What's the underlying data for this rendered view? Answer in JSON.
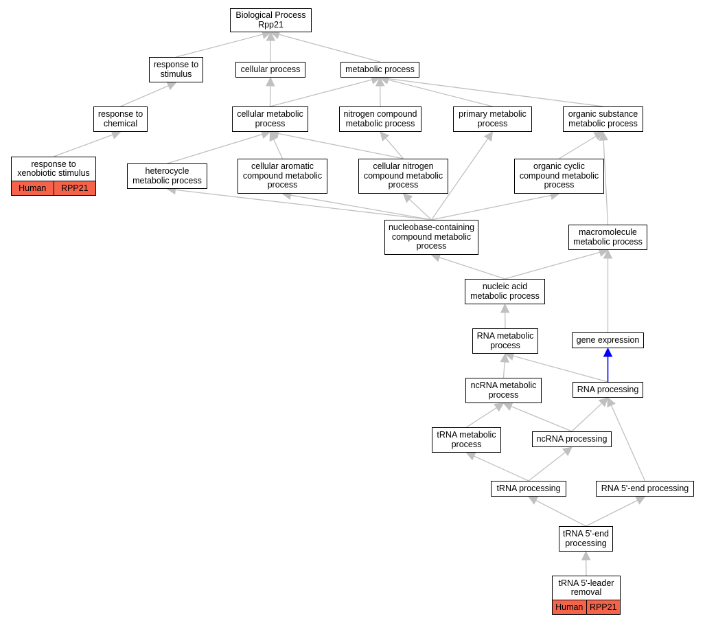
{
  "graph": {
    "colors": {
      "edge": "#c0c0c0",
      "highlight_edge": "#0000ff",
      "annotation_fill": "#f5634a"
    },
    "nodes": {
      "bp": {
        "label": "Biological Process\nRpp21"
      },
      "resp": {
        "label": "response to\nstimulus"
      },
      "cell": {
        "label": "cellular process"
      },
      "meta": {
        "label": "metabolic process"
      },
      "chem": {
        "label": "response to\nchemical"
      },
      "cellmeta": {
        "label": "cellular metabolic\nprocess"
      },
      "nitro": {
        "label": "nitrogen compound\nmetabolic process"
      },
      "prim": {
        "label": "primary metabolic\nprocess"
      },
      "org": {
        "label": "organic substance\nmetabolic process"
      },
      "xeno": {
        "label": "response to\nxenobiotic stimulus",
        "annotation": {
          "species": "Human",
          "gene": "RPP21"
        }
      },
      "hetero": {
        "label": "heterocycle\nmetabolic process"
      },
      "arom": {
        "label": "cellular aromatic\ncompound metabolic\nprocess"
      },
      "cellnitro": {
        "label": "cellular nitrogen\ncompound metabolic\nprocess"
      },
      "orgcyc": {
        "label": "organic cyclic\ncompound metabolic\nprocess"
      },
      "nucbase": {
        "label": "nucleobase-containing\ncompound metabolic\nprocess"
      },
      "macro": {
        "label": "macromolecule\nmetabolic process"
      },
      "nucacid": {
        "label": "nucleic acid\nmetabolic process"
      },
      "rnameta": {
        "label": "RNA metabolic\nprocess"
      },
      "geneexp": {
        "label": "gene expression"
      },
      "ncrnameta": {
        "label": "ncRNA metabolic\nprocess"
      },
      "rnaproc": {
        "label": "RNA processing"
      },
      "trnameta": {
        "label": "tRNA metabolic\nprocess"
      },
      "ncrnaproc": {
        "label": "ncRNA processing"
      },
      "trnaproc": {
        "label": "tRNA processing"
      },
      "rna5": {
        "label": "RNA 5'-end processing"
      },
      "trna5": {
        "label": "tRNA 5'-end\nprocessing"
      },
      "leader": {
        "label": "tRNA 5'-leader\nremoval",
        "annotation": {
          "species": "Human",
          "gene": "RPP21"
        }
      }
    },
    "edges": [
      [
        "resp",
        "bp"
      ],
      [
        "cell",
        "bp"
      ],
      [
        "meta",
        "bp"
      ],
      [
        "chem",
        "resp"
      ],
      [
        "xeno",
        "chem"
      ],
      [
        "cellmeta",
        "cell"
      ],
      [
        "cellmeta",
        "meta"
      ],
      [
        "nitro",
        "meta"
      ],
      [
        "prim",
        "meta"
      ],
      [
        "org",
        "meta"
      ],
      [
        "hetero",
        "cellmeta"
      ],
      [
        "arom",
        "cellmeta"
      ],
      [
        "cellnitro",
        "cellmeta"
      ],
      [
        "cellnitro",
        "nitro"
      ],
      [
        "orgcyc",
        "org"
      ],
      [
        "macro",
        "org"
      ],
      [
        "nucbase",
        "hetero"
      ],
      [
        "nucbase",
        "arom"
      ],
      [
        "nucbase",
        "cellnitro"
      ],
      [
        "nucbase",
        "prim"
      ],
      [
        "nucbase",
        "orgcyc"
      ],
      [
        "nucacid",
        "nucbase"
      ],
      [
        "nucacid",
        "macro"
      ],
      [
        "geneexp",
        "macro"
      ],
      [
        "rnameta",
        "nucacid"
      ],
      [
        "ncrnameta",
        "rnameta"
      ],
      [
        "rnaproc",
        "rnameta"
      ],
      [
        "rnaproc",
        "geneexp",
        "highlight"
      ],
      [
        "trnameta",
        "ncrnameta"
      ],
      [
        "ncrnaproc",
        "ncrnameta"
      ],
      [
        "ncrnaproc",
        "rnaproc"
      ],
      [
        "rna5",
        "rnaproc"
      ],
      [
        "trnaproc",
        "trnameta"
      ],
      [
        "trnaproc",
        "ncrnaproc"
      ],
      [
        "trna5",
        "trnaproc"
      ],
      [
        "trna5",
        "rna5"
      ],
      [
        "leader",
        "trna5"
      ]
    ]
  }
}
